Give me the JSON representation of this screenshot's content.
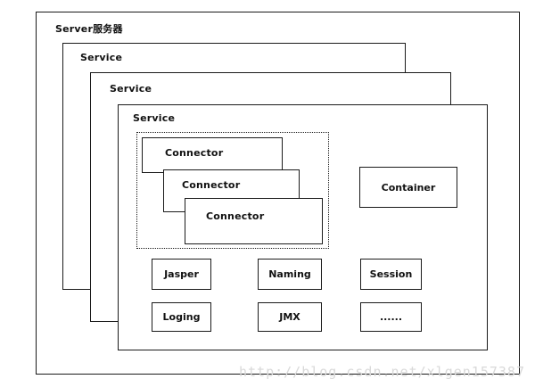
{
  "server": {
    "label": "Server服务器"
  },
  "services": [
    {
      "label": "Service"
    },
    {
      "label": "Service"
    },
    {
      "label": "Service"
    }
  ],
  "connectors": [
    {
      "label": "Connector"
    },
    {
      "label": "Connector"
    },
    {
      "label": "Connector"
    }
  ],
  "container": {
    "label": "Container"
  },
  "components": [
    {
      "label": "Jasper"
    },
    {
      "label": "Naming"
    },
    {
      "label": "Session"
    },
    {
      "label": "Loging"
    },
    {
      "label": "JMX"
    },
    {
      "label": "......"
    }
  ],
  "watermark": {
    "text": "http://blog.csdn.net/xlgen157387"
  }
}
